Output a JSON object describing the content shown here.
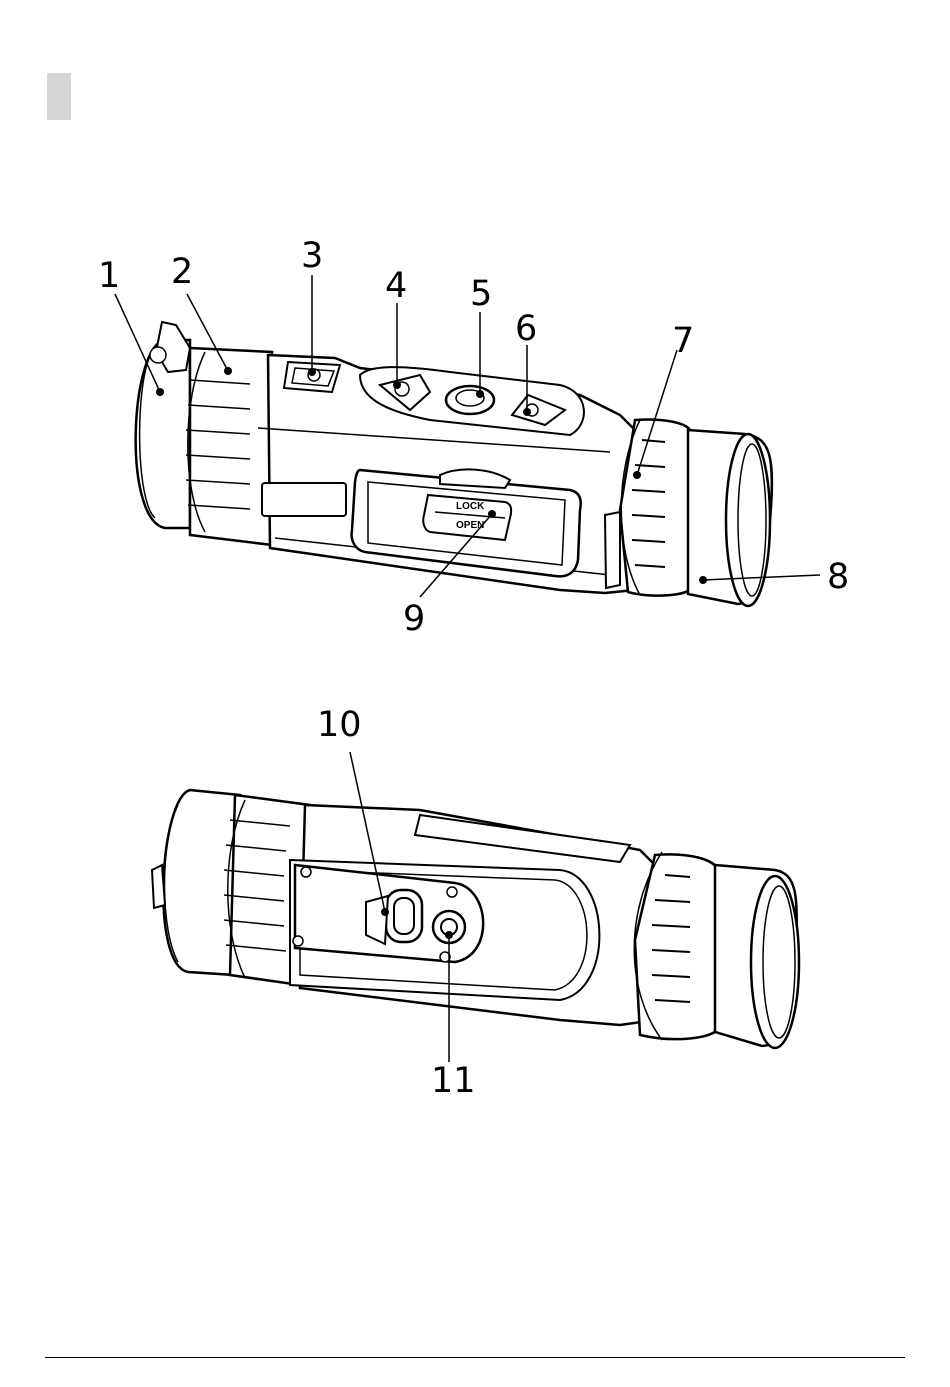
{
  "figures": {
    "top_view": {
      "callouts": [
        "1",
        "2",
        "3",
        "4",
        "5",
        "6",
        "7",
        "8",
        "9"
      ],
      "lock_label": "LOCK",
      "open_label": "OPEN"
    },
    "bottom_view": {
      "callouts": [
        "10",
        "11"
      ]
    }
  }
}
